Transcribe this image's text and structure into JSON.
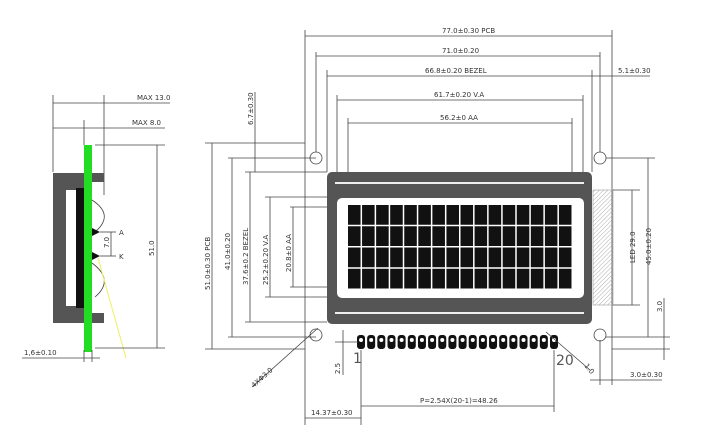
{
  "side_view": {
    "max_13": "MAX 13.0",
    "max_8": "MAX 8.0",
    "height": "51.0",
    "led_pitch": "7.0",
    "anode": "A",
    "cathode": "K",
    "pcb_thickness": "1,6±0.10",
    "colors": {
      "pcb": "#22dd22",
      "body": "#555555",
      "arrow": "#f0f060"
    }
  },
  "front_view": {
    "dims_top": {
      "pcb_width": "77.0±0.30 PCB",
      "hole_pitch": "71.0±0.20",
      "bezel_width": "66.8±0.20 BEZEL",
      "va_width": "61.7±0.20 V.A",
      "aa_width": "56.2±0 AA",
      "led_width": "5.1±0.30"
    },
    "dims_left": {
      "top_offset": "6.7±0.30",
      "pcb_height": "51.0±0.30 PCB",
      "hole_pitch": "41.0±0.20",
      "bezel_height": "37.6±0.2 BEZEL",
      "va_height": "25.2±0.20 V.A",
      "aa_height": "20.8±0 AA"
    },
    "dims_right": {
      "led_height": "LED 29.0",
      "hole_pitch": "45.0±0.20",
      "edge": "3.0"
    },
    "dims_bottom": {
      "hole_dia": "4XΦ3.0",
      "pin_offset_y": "2.5",
      "pin1": "1",
      "pin20": "20",
      "pin_dia": "1.0",
      "hole_edge": "3.0±0.30",
      "pin_pitch": "P=2.54X(20-1)=48.26",
      "pin_offset_x": "14.37±0.30"
    },
    "display": {
      "columns": 16,
      "rows": 4,
      "pins": 20
    }
  }
}
